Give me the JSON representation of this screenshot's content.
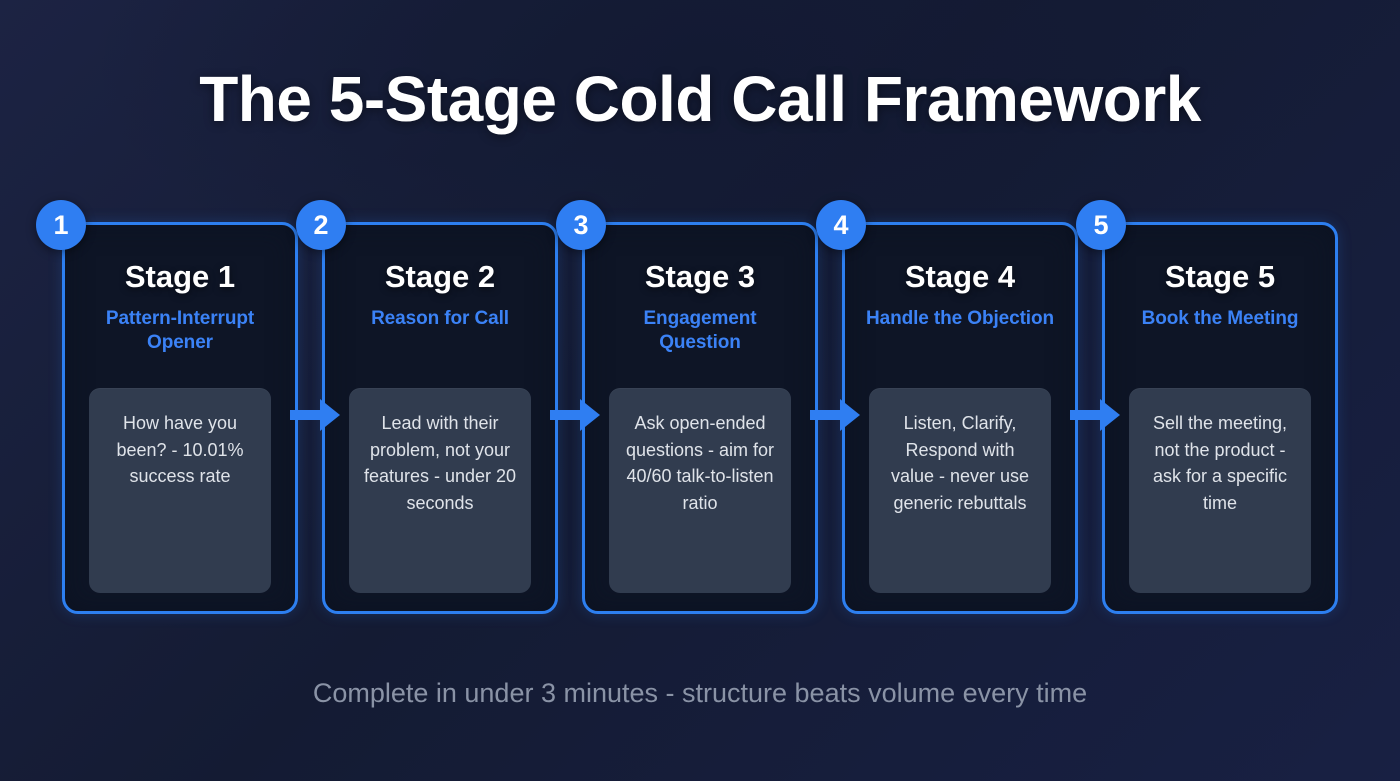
{
  "header": {
    "title": "The 5-Stage Cold Call Framework"
  },
  "footer": {
    "note": "Complete in under 3 minutes - structure beats volume every time"
  },
  "colors": {
    "accent_blue": "#2d7ff0",
    "badge_blue": "#2f7ef2",
    "subtitle_blue": "#3b82f6",
    "card_background": "#0e1526",
    "quote_background": "#313c4f",
    "quote_text": "#dfe3e9",
    "title_text": "#ffffff",
    "footer_text": "#8a93a6",
    "page_background": "#161d38"
  },
  "stages": [
    {
      "badge": "1",
      "heading": "Stage 1",
      "subtitle": "Pattern-Interrupt Opener",
      "quote": "How have you been? - 10.01% success rate",
      "arrow_icon": "arrow-right-icon"
    },
    {
      "badge": "2",
      "heading": "Stage 2",
      "subtitle": "Reason for Call",
      "quote": "Lead with their problem, not your features - under 20 seconds",
      "arrow_icon": "arrow-right-icon"
    },
    {
      "badge": "3",
      "heading": "Stage 3",
      "subtitle": "Engagement Question",
      "quote": "Ask open-ended questions - aim for 40/60 talk-to-listen ratio",
      "arrow_icon": "arrow-right-icon"
    },
    {
      "badge": "4",
      "heading": "Stage 4",
      "subtitle": "Handle the Objection",
      "quote": "Listen, Clarify, Respond with value - never use generic rebuttals",
      "arrow_icon": "arrow-right-icon"
    },
    {
      "badge": "5",
      "heading": "Stage 5",
      "subtitle": "Book the Meeting",
      "quote": "Sell the meeting, not the product - ask for a specific time",
      "arrow_icon": null
    }
  ]
}
